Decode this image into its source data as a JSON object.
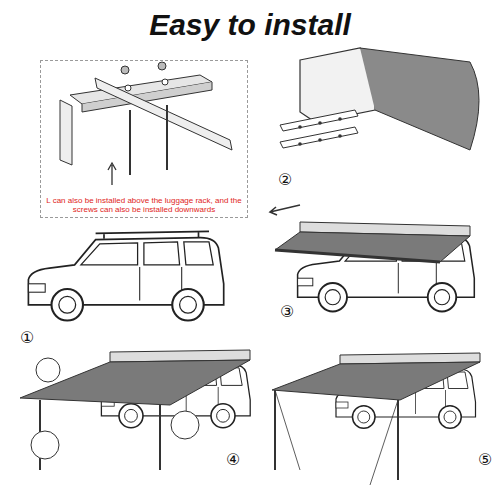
{
  "diagram": {
    "title": "Easy to install",
    "nodes": [
      {
        "text": [
          "L can also be installed above the luggage rack, and the screws can also be installed downwards"
        ]
      }
    ],
    "labels": [
      "①",
      "②",
      "③",
      "④",
      "⑤"
    ]
  }
}
